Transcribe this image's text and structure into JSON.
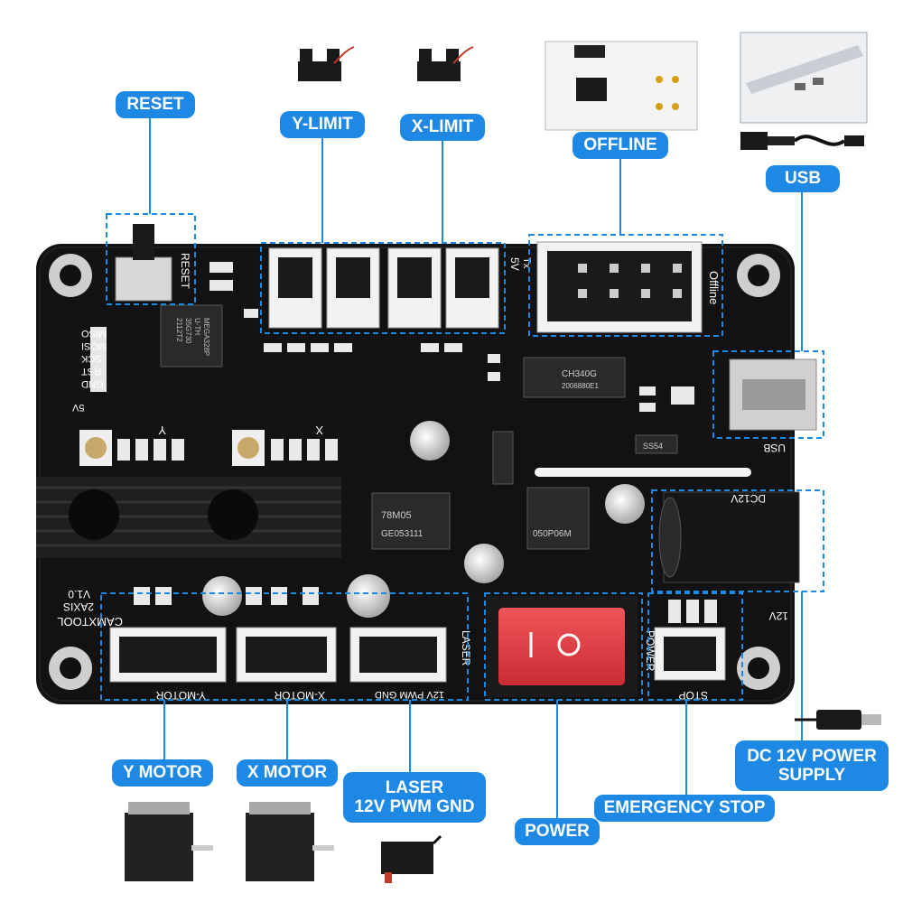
{
  "callouts": {
    "reset": "RESET",
    "y_limit": "Y-LIMIT",
    "x_limit": "X-LIMIT",
    "offline": "OFFLINE",
    "usb": "USB",
    "y_motor": "Y MOTOR",
    "x_motor": "X MOTOR",
    "laser_line1": "LASER",
    "laser_line2": "12V PWM GND",
    "power": "POWER",
    "emergency_stop": "EMERGENCY STOP",
    "dc_line1": "DC 12V POWER",
    "dc_line2": "SUPPLY"
  },
  "silkscreen": {
    "reset": "RESET",
    "five_v": "5V",
    "tx": "Tx",
    "offline": "Offline",
    "usb": "USB",
    "dc12v": "DC12V",
    "twelve_v": "12V",
    "stop": "STOP",
    "power": "POWER",
    "laser": "LASER",
    "laser_pins": "12V PWM GND",
    "x_motor": "X-MOTOR",
    "y_motor": "Y-MOTOR",
    "brand": "CAMXTOOL",
    "model": "2AXIS",
    "version": "V1.0",
    "isp_gnd": "GND",
    "isp_rst": "RST",
    "isp_sck": "SCK",
    "isp_mosi": "MOSI",
    "isp_miso": "MISO",
    "isp_5v": "5V",
    "axis_x": "X",
    "axis_y": "Y",
    "mcu_line1": "MEGA328P",
    "mcu_line2": "U-TH",
    "mcu_line3": "35G730",
    "mcu_line4": "2112T2",
    "usb_chip_line1": "CH340G",
    "usb_chip_line2": "2006880E1",
    "reg1_line1": "78M05",
    "reg1_line2": "GE053111",
    "reg2_line1": "050P06M",
    "diode_label": "SS54"
  },
  "colors": {
    "callout_bg": "#1e88e5",
    "callout_text": "#ffffff",
    "pcb": "#101010",
    "switch": "#e23a3f",
    "guide": "#1e88e5"
  }
}
